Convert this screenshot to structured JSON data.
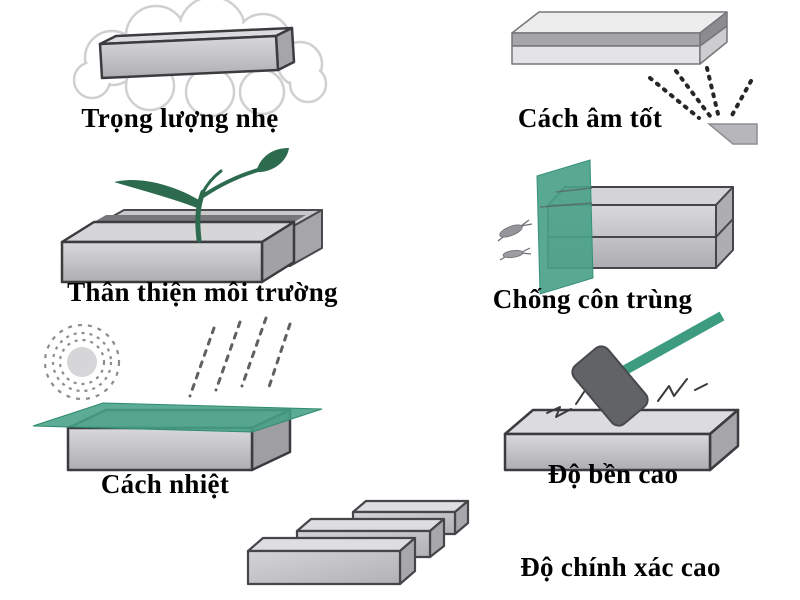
{
  "figure_type": "product-properties-infographic",
  "sections": [
    {
      "id": "light-weight",
      "label": "Trọng lượng nhẹ",
      "icon": "cloud-block-icon"
    },
    {
      "id": "sound-insulation",
      "label": "Cách âm tốt",
      "icon": "sound-absorb-block-icon"
    },
    {
      "id": "eco-friendly",
      "label": "Thân thiện môi trường",
      "icon": "sprout-blocks-icon"
    },
    {
      "id": "insect-resistant",
      "label": "Chống côn trùng",
      "icon": "insect-barrier-blocks-icon"
    },
    {
      "id": "heat-insulation",
      "label": "Cách nhiệt",
      "icon": "sun-rain-cover-block-icon"
    },
    {
      "id": "high-durability",
      "label": "Độ bền cao",
      "icon": "hammer-block-icon"
    },
    {
      "id": "high-precision",
      "label": "Độ chính xác cao",
      "icon": "aligned-blocks-icon"
    }
  ],
  "colors": {
    "background": "#ffffff",
    "label_text": "#000000",
    "block_gray_light": "#d9d9db",
    "block_gray_mid": "#c2c2c6",
    "block_gray_dark": "#a6a6aa",
    "outline_gray": "#3c3c40",
    "accent_green": "#45a086",
    "panel_green": "#4ba188",
    "plant_green": "#2d6b4e",
    "hammer_head_gray": "#616367",
    "cloud_outline": "#d0d0d0"
  }
}
